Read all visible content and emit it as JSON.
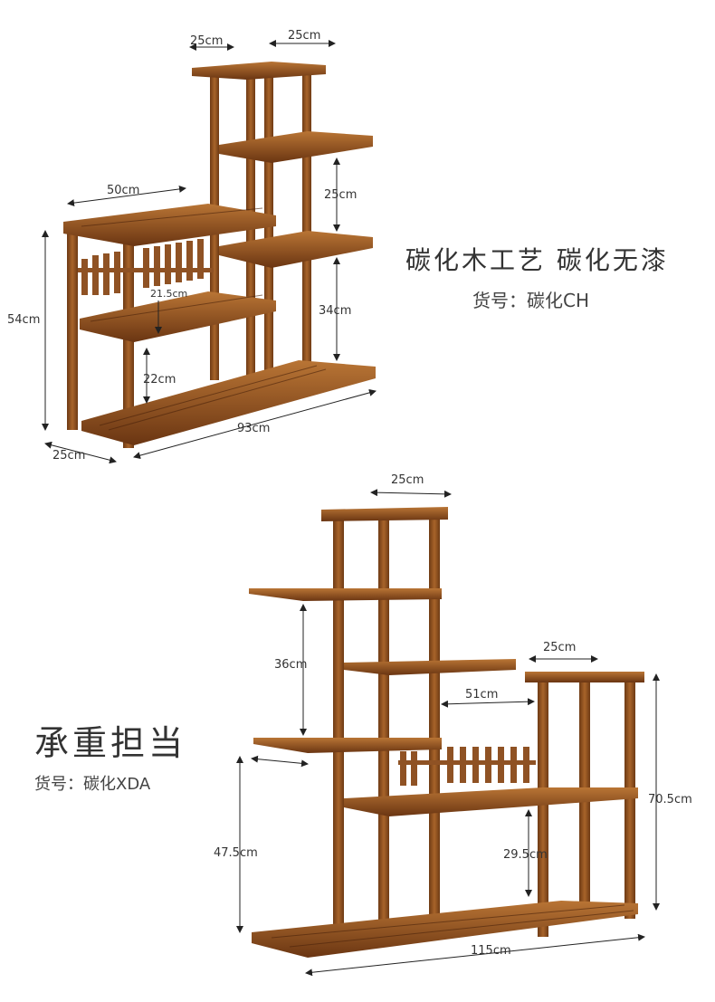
{
  "product1": {
    "title": "碳化木工艺 碳化无漆",
    "code": "货号：碳化CH",
    "dims": {
      "top_left": "25cm",
      "top_right": "25cm",
      "left_shelf": "50cm",
      "right_upper": "25cm",
      "middle_gap": "21.5cm",
      "right_lower": "34cm",
      "height": "54cm",
      "bottom_gap": "22cm",
      "width": "93cm",
      "depth": "25cm"
    }
  },
  "product2": {
    "title": "承重担当",
    "code": "货号：碳化XDA",
    "dims": {
      "top": "25cm",
      "right_top": "25cm",
      "upper_gap": "36cm",
      "middle_shelf": "51cm",
      "left_height": "47.5cm",
      "middle_height": "29.5cm",
      "right_height": "70.5cm",
      "width": "115cm"
    }
  },
  "colors": {
    "wood": "#8a4e1f",
    "wood_dark": "#5a2f10",
    "wood_light": "#b3702f"
  }
}
